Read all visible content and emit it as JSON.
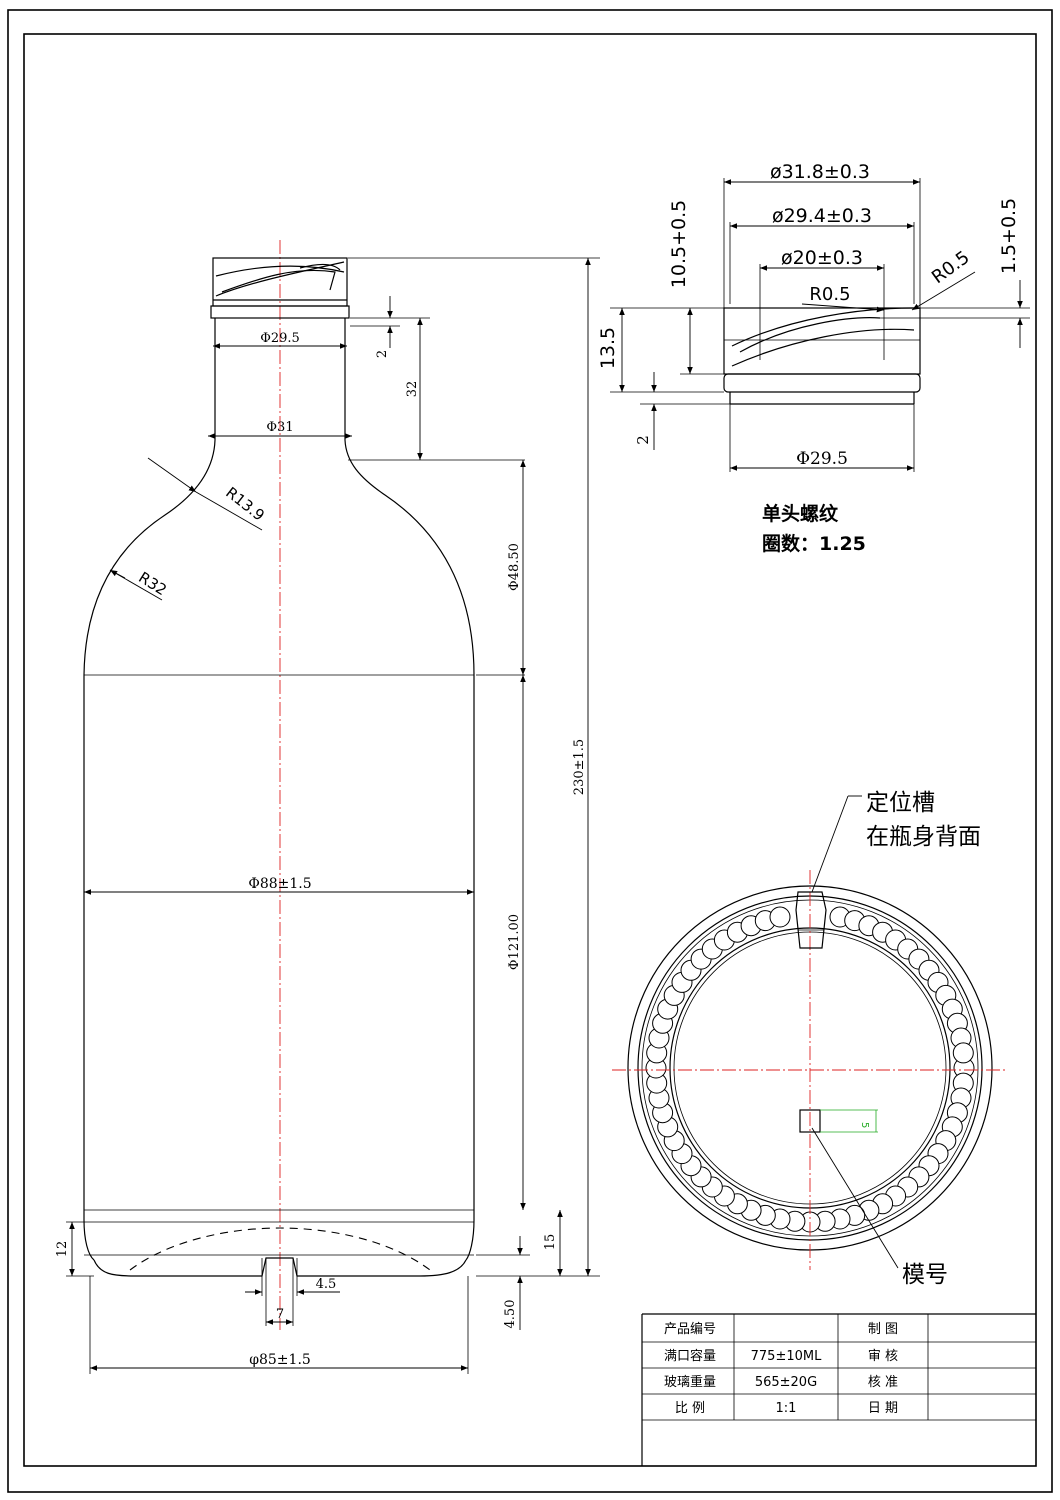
{
  "main_view": {
    "dims": {
      "neck_d": "Φ29.5",
      "neck_ring_h": "2",
      "neck_h": "32",
      "neck_body_d": "Φ31",
      "shoulder_r": "R13.9",
      "body_r": "R32",
      "shoulder_h": "Φ48.50",
      "total_h": "230±1.5",
      "body_d": "Φ88±1.5",
      "body_h": "Φ121.00",
      "base_h_left": "12",
      "base_h_right": "15",
      "punt_w": "4.5",
      "punt_d": "7",
      "punt_depth": "4.50",
      "base_d": "φ85±1.5"
    }
  },
  "finish_detail": {
    "dims": {
      "outer_d": "ø31.8±0.3",
      "thread_d": "ø29.4±0.3",
      "bore_d": "ø20±0.3",
      "r1": "R0.5",
      "r2": "R0.5",
      "height_left": "10.5+0.5",
      "height_right": "1.5+0.5",
      "total_h": "13.5",
      "ring_h": "2",
      "base_d": "Φ29.5"
    },
    "note_line1": "单头螺纹",
    "note_line2": "圈数：1.25"
  },
  "bottom_view": {
    "locator_label_1": "定位槽",
    "locator_label_2": "在瓶身背面",
    "mold_label": "模号",
    "mold_dim": "5"
  },
  "title_block": {
    "rows": [
      {
        "label": "产品编号",
        "value": "",
        "label2": "制  图",
        "value2": ""
      },
      {
        "label": "满口容量",
        "value": "775±10ML",
        "label2": "审  核",
        "value2": ""
      },
      {
        "label": "玻璃重量",
        "value": "565±20G",
        "label2": "核  准",
        "value2": ""
      },
      {
        "label": "比  例",
        "value": "1:1",
        "label2": "日  期",
        "value2": ""
      }
    ]
  }
}
